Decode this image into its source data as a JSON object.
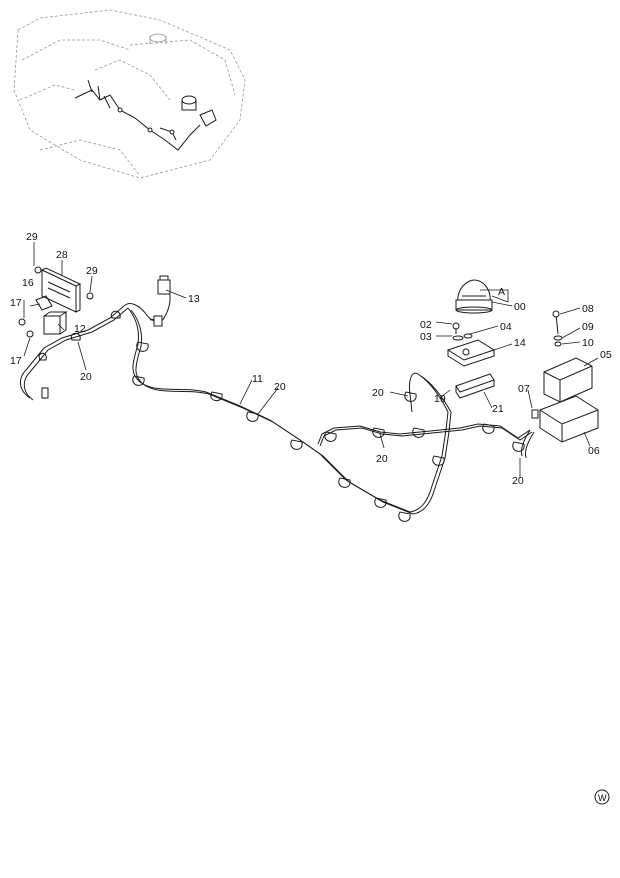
{
  "diagram": {
    "part_labels": {
      "p00": "00",
      "pA": "A",
      "p02": "02",
      "p03": "03",
      "p04": "04",
      "p05": "05",
      "p06": "06",
      "p07": "07",
      "p08": "08",
      "p09": "09",
      "p10": "10",
      "p11": "11",
      "p12": "12",
      "p13": "13",
      "p14": "14",
      "p16": "16",
      "p17a": "17",
      "p17b": "17",
      "p19": "19",
      "p20a": "20",
      "p20b": "20",
      "p20c": "20",
      "p20d": "20",
      "p20e": "20",
      "p21": "21",
      "p28": "28",
      "p29a": "29",
      "p29b": "29"
    },
    "logo_mark": "W"
  }
}
